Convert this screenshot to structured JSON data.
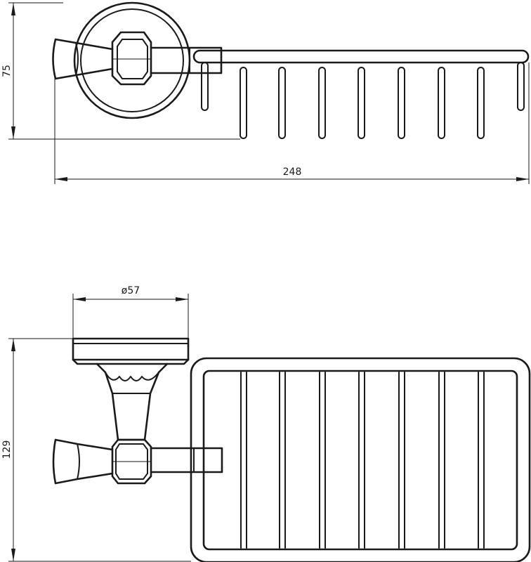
{
  "dimensions": {
    "height_top": "75",
    "length": "248",
    "diameter": "ø57",
    "height_front": "129"
  },
  "colors": {
    "line": "#1a1a1a",
    "background": "#ffffff"
  }
}
